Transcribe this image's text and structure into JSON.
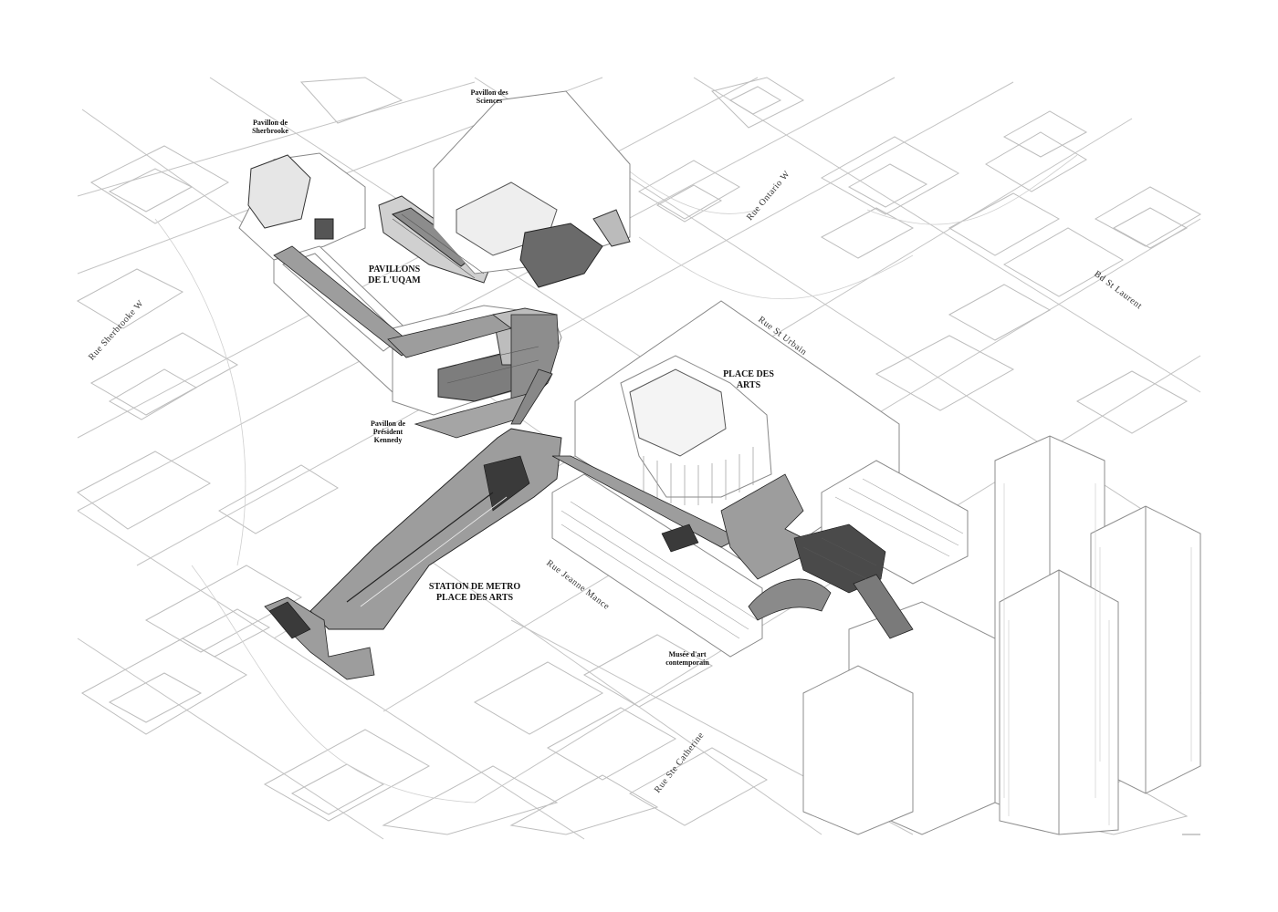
{
  "colors": {
    "background": "#ffffff",
    "context_lines": "#bdbdbd",
    "building_lines": "#9a9a9a",
    "network_fill": "#9d9d9d",
    "network_dark": "#3a3a3a",
    "text": "#111111"
  },
  "labels": {
    "pavillon_sherbrooke": "Pavillon de\nSherbrooke",
    "pavillon_sciences": "Pavillon des\nSciences",
    "pavillons_uqam": "PAVILLONS\nDE L'UQAM",
    "place_des_arts": "PLACE DES\nARTS",
    "pavillon_president_kennedy": "Pavillon de\nPrésident\nKennedy",
    "station_metro": "STATION DE METRO\nPLACE DES ARTS",
    "musee": "Musée d'art\ncontemporain"
  },
  "streets": {
    "rue_sherbrooke": "Rue Sherbrooke W",
    "rue_ontario": "Rue Ontario W",
    "rue_st_urbain": "Rue St Urbain",
    "bd_st_laurent": "Bd St Laurent",
    "rue_jeanne_mance": "Rue Jeanne Mance",
    "rue_ste_catherine": "Rue Ste Catherine"
  }
}
